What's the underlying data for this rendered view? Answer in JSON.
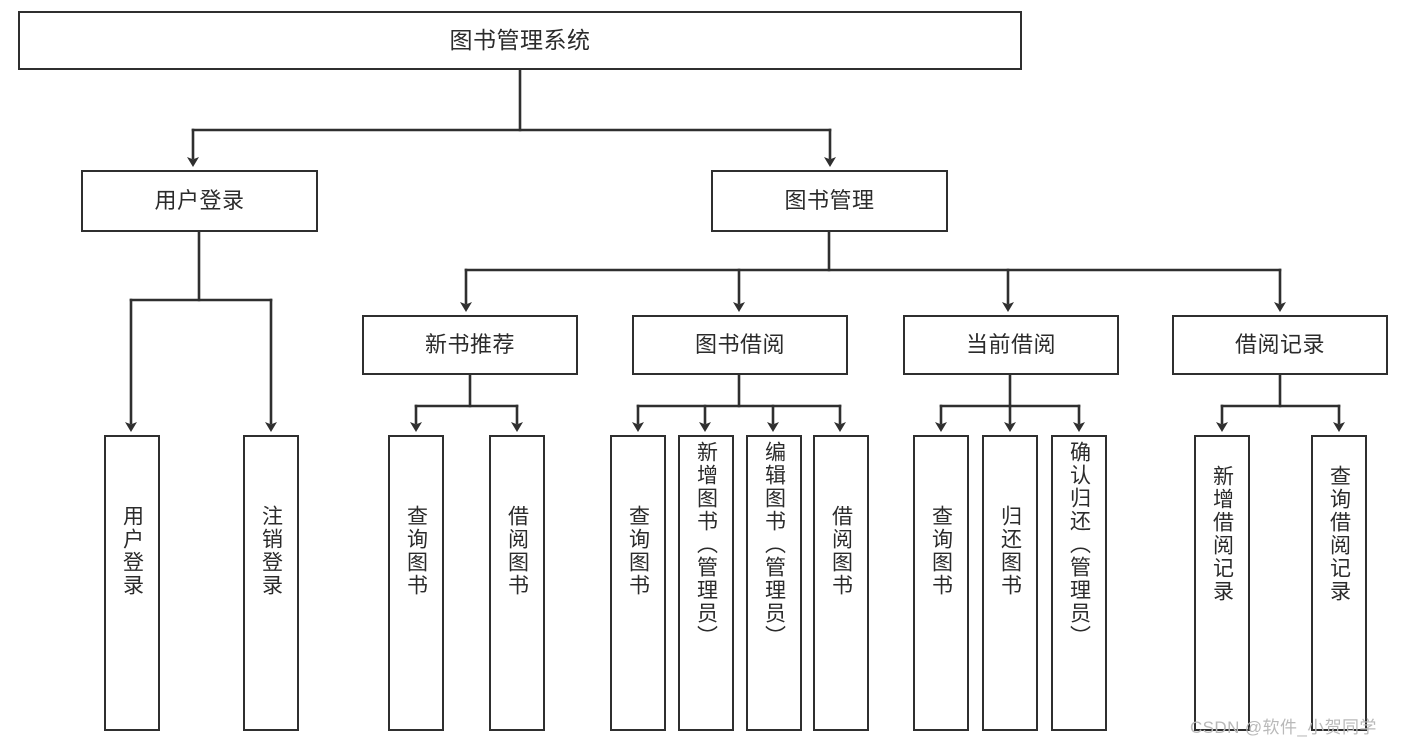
{
  "diagram": {
    "type": "tree",
    "title": "图书管理系统",
    "watermark": "CSDN @软件_小贺同学",
    "colors": {
      "box_border": "#2f2f2f",
      "box_fill": "#ffffff",
      "line": "#2f2f2f",
      "text": "#2b2b2b",
      "watermark": "#b9b9b9"
    },
    "nodes": {
      "root": {
        "label": "图书管理系统"
      },
      "level2": [
        {
          "label": "用户登录"
        },
        {
          "label": "图书管理"
        }
      ],
      "level3": [
        {
          "label": "新书推荐"
        },
        {
          "label": "图书借阅"
        },
        {
          "label": "当前借阅"
        },
        {
          "label": "借阅记录"
        }
      ],
      "leaves": {
        "user_login": [
          {
            "label": "用户登录"
          },
          {
            "label": "注销登录"
          }
        ],
        "new_book": [
          {
            "label": "查询图书"
          },
          {
            "label": "借阅图书"
          }
        ],
        "book_borrow": [
          {
            "label": "查询图书"
          },
          {
            "label": "新增图书（管理员）"
          },
          {
            "label": "编辑图书（管理员）"
          },
          {
            "label": "借阅图书"
          }
        ],
        "current_borrow": [
          {
            "label": "查询图书"
          },
          {
            "label": "归还图书"
          },
          {
            "label": "确认归还（管理员）"
          }
        ],
        "borrow_record": [
          {
            "label": "新增借阅记录"
          },
          {
            "label": "查询借阅记录"
          }
        ]
      }
    }
  }
}
